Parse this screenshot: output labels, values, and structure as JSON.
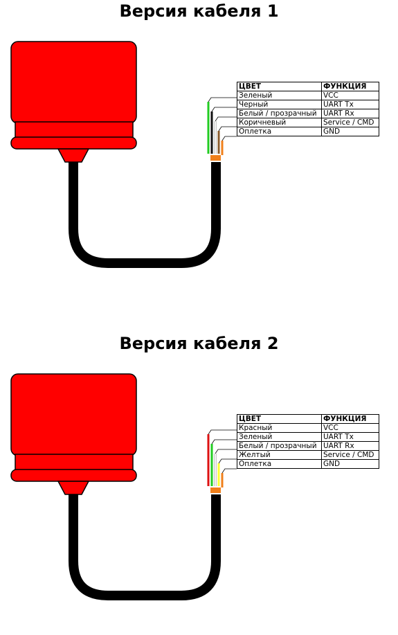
{
  "colors": {
    "connector": "#ff0000",
    "connector_stroke": "#000000",
    "cable": "#000000",
    "sheath_end": "#f07f1a"
  },
  "versions": [
    {
      "title": "Версия кабеля 1",
      "table": {
        "headers": [
          "ЦВЕТ",
          "ФУНКЦИЯ"
        ],
        "rows": [
          {
            "color_name": "Зеленый",
            "function": "VCC",
            "wire_color": "#22cc22"
          },
          {
            "color_name": "Черный",
            "function": "UART Tx",
            "wire_color": "#111111"
          },
          {
            "color_name": "Белый / прозрачный",
            "function": "UART Rx",
            "wire_color": "#f2f2f2"
          },
          {
            "color_name": "Коричневый",
            "function": "Service / CMD",
            "wire_color": "#8a5a2b"
          },
          {
            "color_name": "Оплетка",
            "function": "GND",
            "wire_color": "#f07f1a"
          }
        ]
      }
    },
    {
      "title": "Версия кабеля 2",
      "table": {
        "headers": [
          "ЦВЕТ",
          "ФУНКЦИЯ"
        ],
        "rows": [
          {
            "color_name": "Красный",
            "function": "VCC",
            "wire_color": "#dd1111"
          },
          {
            "color_name": "Зеленый",
            "function": "UART Tx",
            "wire_color": "#22cc22"
          },
          {
            "color_name": "Белый / прозрачный",
            "function": "UART Rx",
            "wire_color": "#f2f2f2"
          },
          {
            "color_name": "Желтый",
            "function": "Service / CMD",
            "wire_color": "#ffff33"
          },
          {
            "color_name": "Оплетка",
            "function": "GND",
            "wire_color": "#f07f1a"
          }
        ]
      }
    }
  ]
}
